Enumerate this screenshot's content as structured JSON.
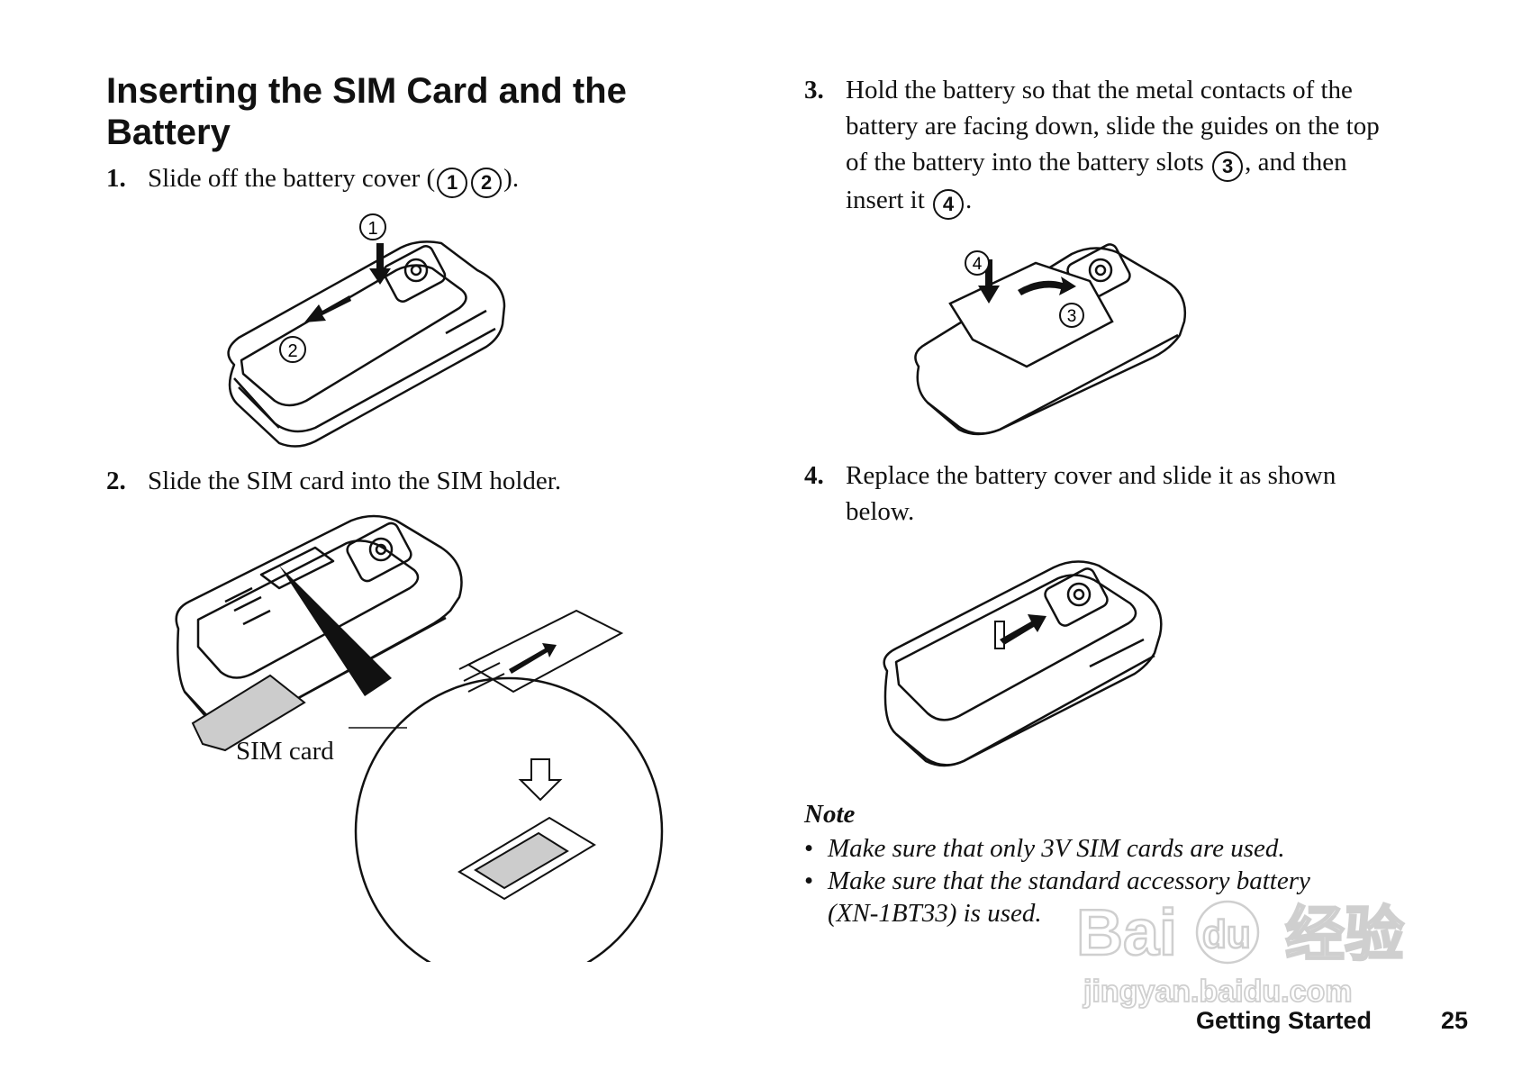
{
  "heading": "Inserting the SIM Card and the Battery",
  "steps": [
    {
      "num": "1.",
      "pre": "Slide off the battery cover (",
      "c1": "1",
      "c2": "2",
      "post": ")."
    },
    {
      "num": "2.",
      "text": "Slide the SIM card into the SIM holder."
    },
    {
      "num": "3.",
      "l1": "Hold the battery so that the metal contacts of the",
      "l2": "battery are facing down, slide the guides on the top",
      "l3a": "of the battery into the battery slots",
      "c3": "3",
      "l3b": ", and then",
      "l4a": "insert it",
      "c4": "4",
      "l4b": "."
    },
    {
      "num": "4.",
      "l1": "Replace the battery cover and slide it as shown",
      "l2": "below."
    }
  ],
  "figure_labels": {
    "fig1_a": "1",
    "fig1_b": "2",
    "fig3_a": "4",
    "fig3_b": "3",
    "sim_card": "SIM card"
  },
  "note": {
    "heading": "Note",
    "items": [
      {
        "bullet": "•",
        "text": "Make sure that only 3V SIM cards are used."
      },
      {
        "bullet": "•",
        "l1": "Make sure that the standard accessory battery",
        "l2": "(XN-1BT33) is used."
      }
    ]
  },
  "footer": {
    "section": "Getting Started",
    "page": "25"
  },
  "watermark": {
    "brand": "Bai",
    "brand2": "du",
    "cn": "经验",
    "url": "jingyan.baidu.com"
  }
}
